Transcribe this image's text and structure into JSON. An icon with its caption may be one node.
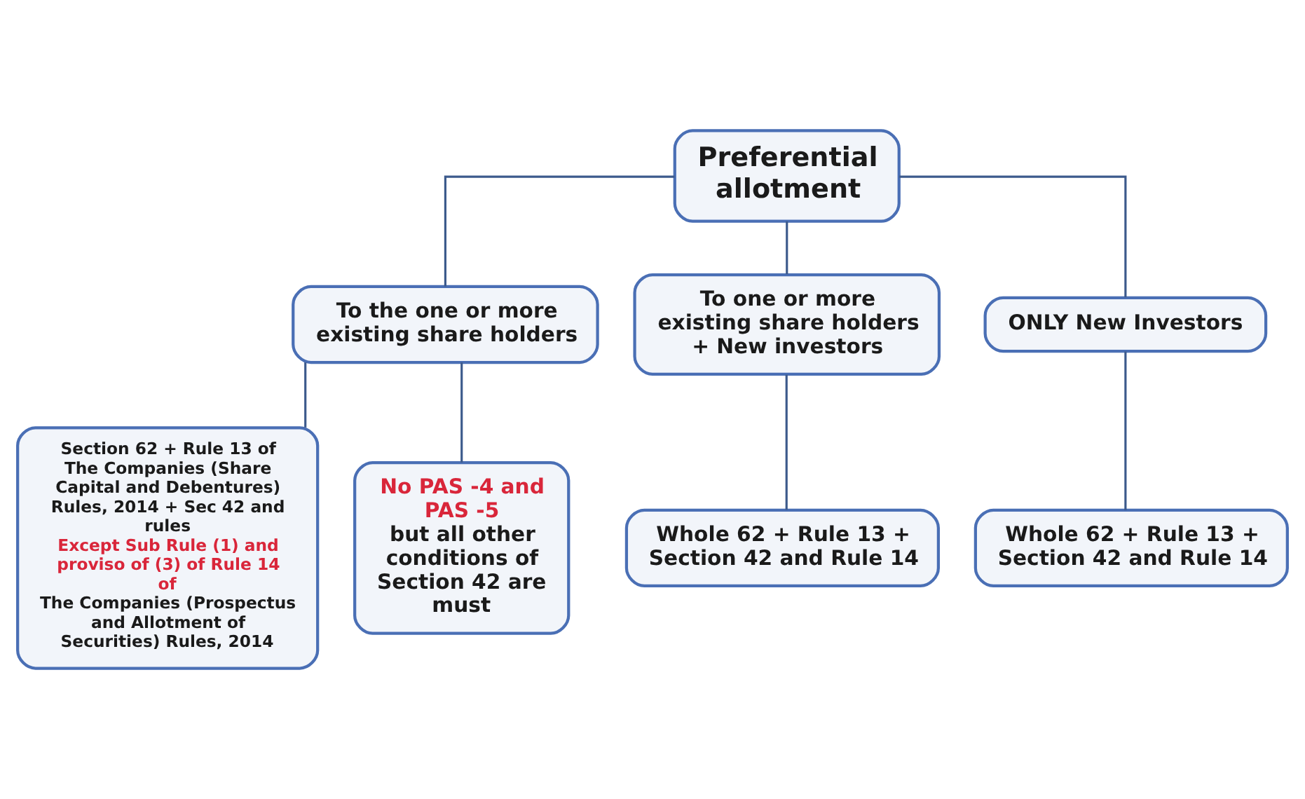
{
  "diagram": {
    "nodes": [
      {
        "text": [
          "Preferential allotment"
        ]
      },
      {
        "text": [
          "To the one or more existing share holders"
        ]
      },
      {
        "text": [
          "To one or more existing share holders + New investors"
        ]
      },
      {
        "text": [
          "ONLY New Investors"
        ]
      },
      {
        "text": [
          "Section 62 + Rule 13 of The Companies (Share Capital and Debentures) Rules, 2014 + Sec 42 and rules",
          "Except Sub Rule (1) and proviso of (3) of Rule 14 of",
          "The Companies (Prospectus and Allotment of Securities) Rules, 2014"
        ]
      },
      {
        "text": [
          "No PAS -4 and PAS -5",
          "but all other conditions of Section 42 are must"
        ]
      },
      {
        "text": [
          "Whole 62 + Rule 13 + Section 42 and Rule 14"
        ]
      },
      {
        "text": [
          "Whole 62 + Rule 13 + Section 42 and Rule 14"
        ]
      }
    ],
    "edges": [
      {
        "from": 0,
        "to": 1,
        "arrow": "none"
      },
      {
        "from": 0,
        "to": 2,
        "arrow": "none"
      },
      {
        "from": 0,
        "to": 3,
        "arrow": "none"
      },
      {
        "from": 1,
        "to": 4,
        "arrow": "none"
      },
      {
        "from": 1,
        "to": 5,
        "arrow": "none"
      },
      {
        "from": 2,
        "to": 6,
        "arrow": "none"
      },
      {
        "from": 3,
        "to": 7,
        "arrow": "none"
      }
    ]
  }
}
